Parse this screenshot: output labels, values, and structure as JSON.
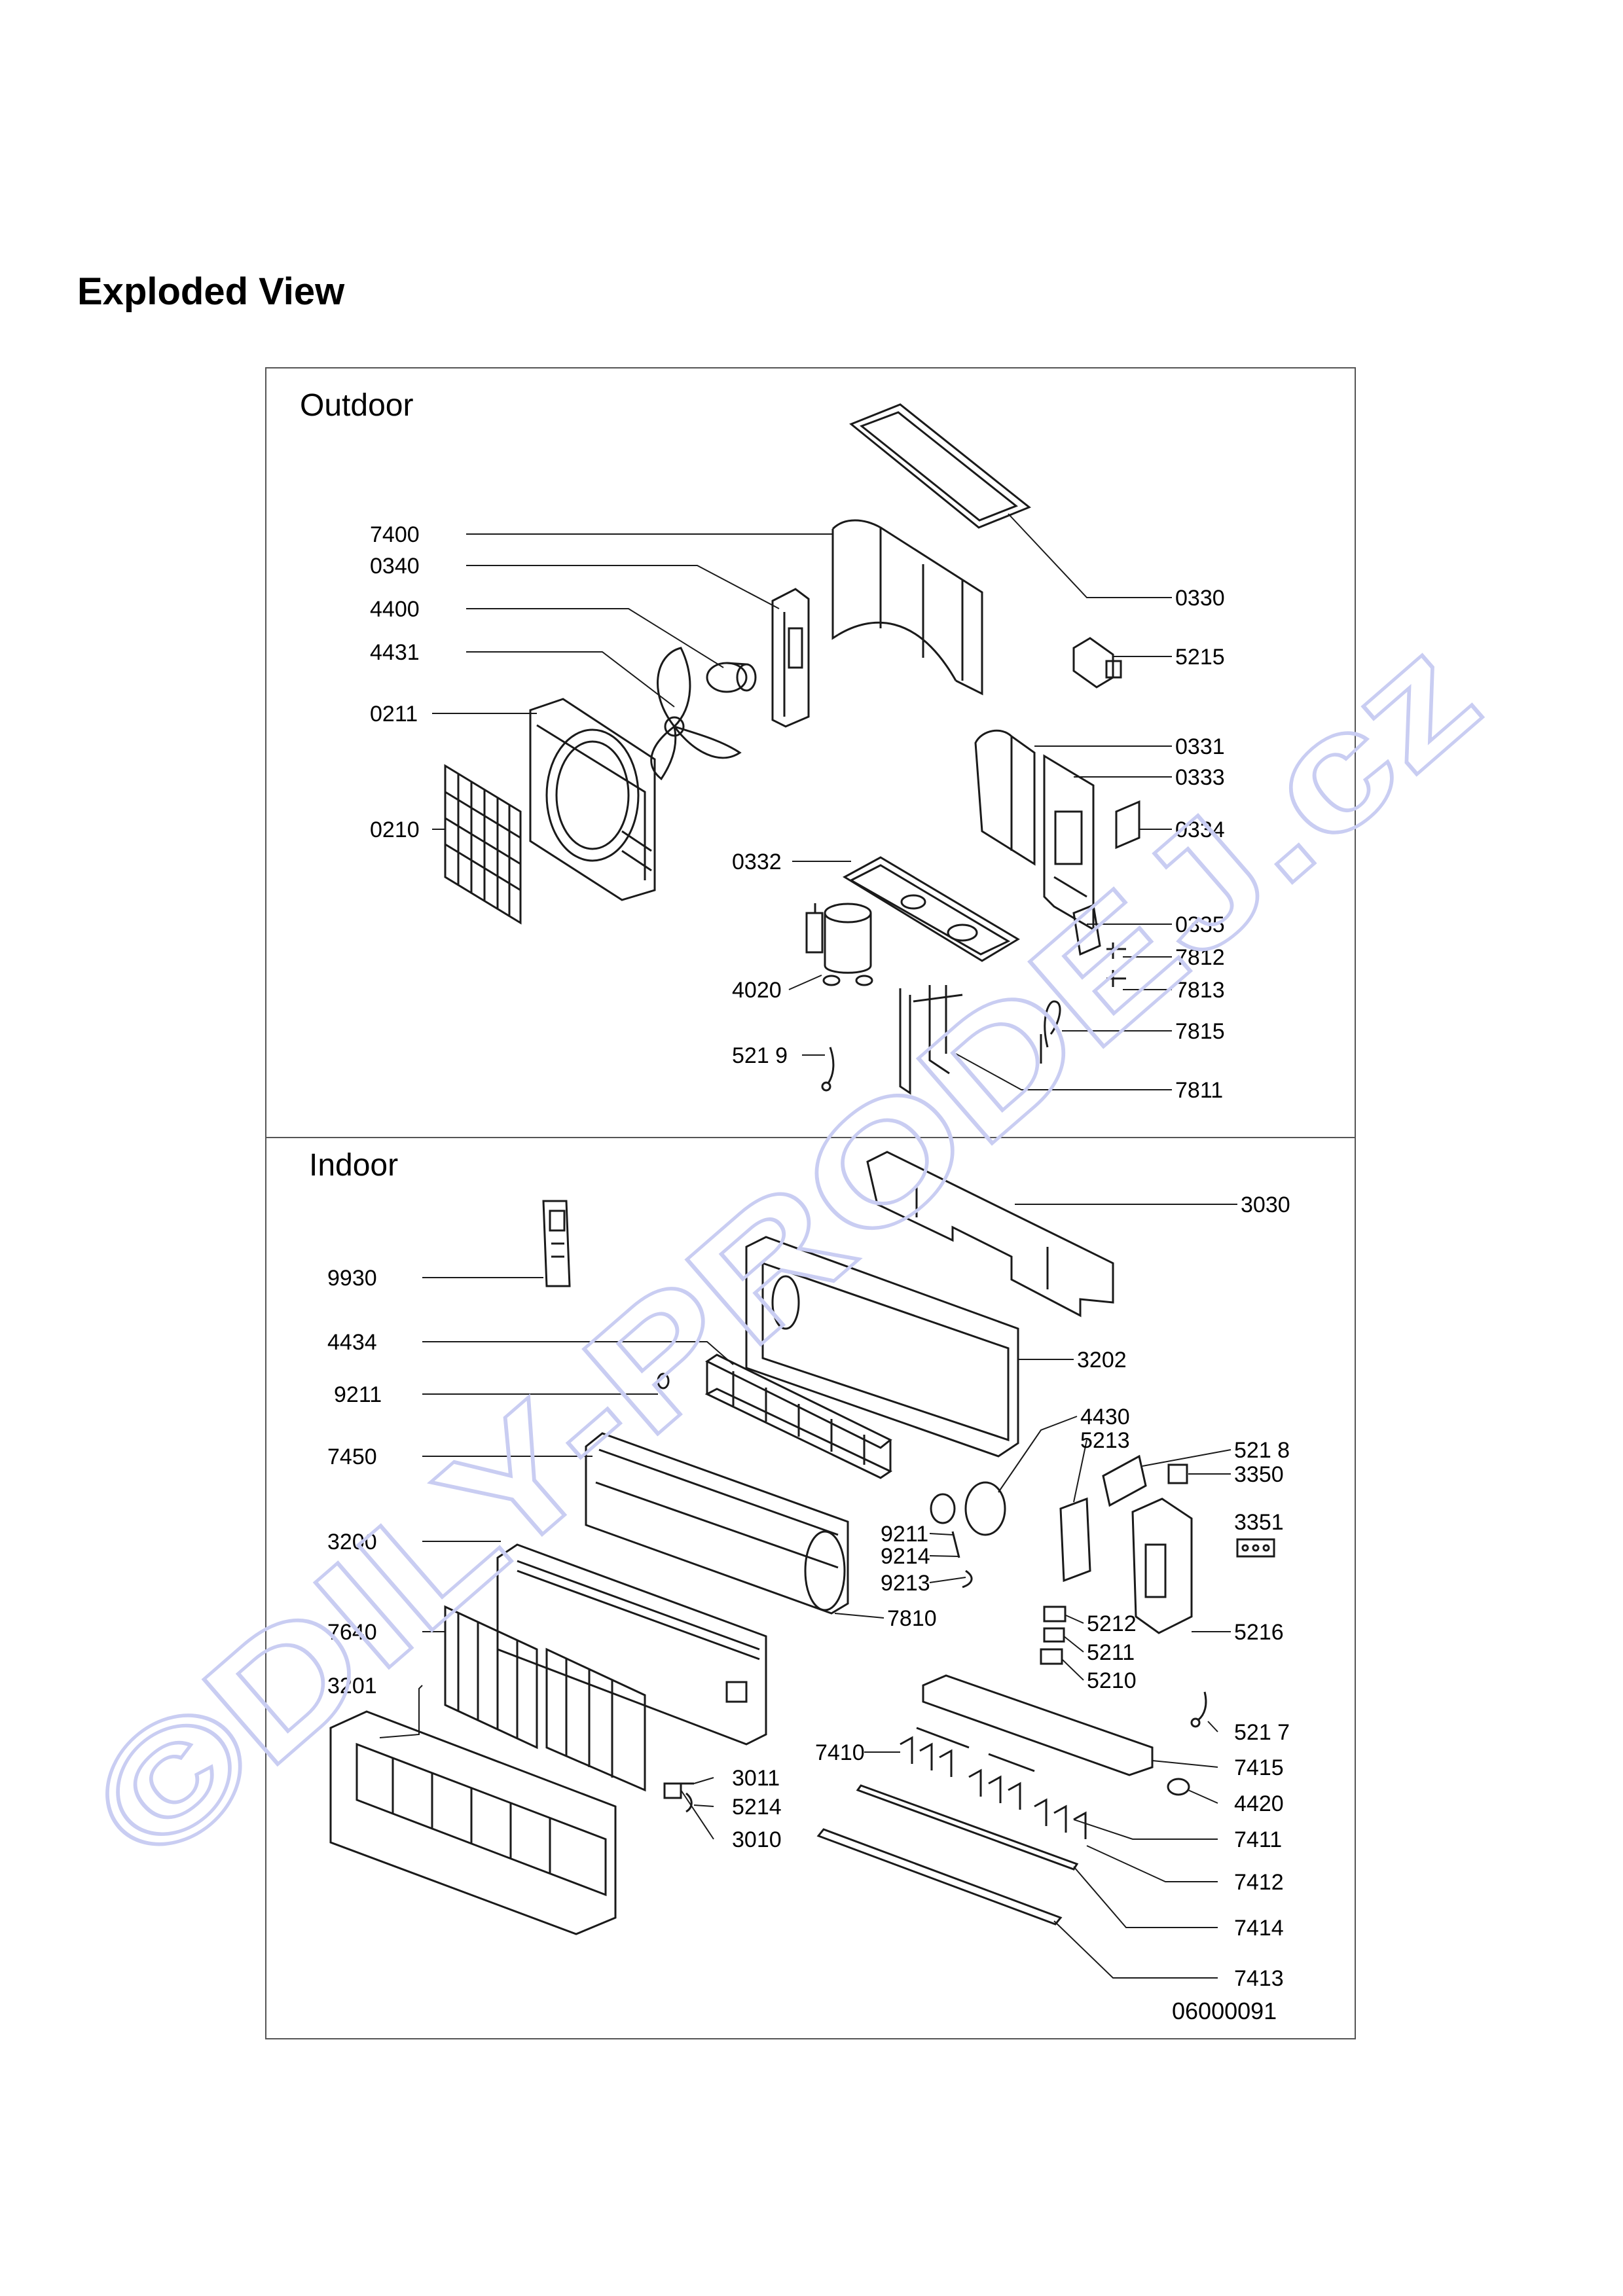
{
  "page_title": "Exploded View",
  "sections": {
    "outdoor": "Outdoor",
    "indoor": "Indoor"
  },
  "drawing_code": "06000091",
  "watermark": "©DILY-PRODEJ.cz",
  "colors": {
    "line": "#1a1a1a",
    "watermark": "#c9cdf2",
    "frame": "#555555"
  },
  "outdoor_labels": [
    "7400",
    "0340",
    "4400",
    "4431",
    "0211",
    "0210",
    "0330",
    "5215",
    "0331",
    "0333",
    "0334",
    "0332",
    "0335",
    "7812",
    "7813",
    "7815",
    "4020",
    "521 9",
    "7811"
  ],
  "indoor_labels": [
    "3030",
    "9930",
    "3202",
    "4434",
    "9211",
    "4430",
    "5213",
    "7450",
    "521 8",
    "3350",
    "3351",
    "3200",
    "9211",
    "9214",
    "9213",
    "7810",
    "7640",
    "5212",
    "5216",
    "5211",
    "5210",
    "3201",
    "521 7",
    "7410",
    "7415",
    "3011",
    "4420",
    "5214",
    "3010",
    "7411",
    "7412",
    "7414",
    "7413"
  ]
}
